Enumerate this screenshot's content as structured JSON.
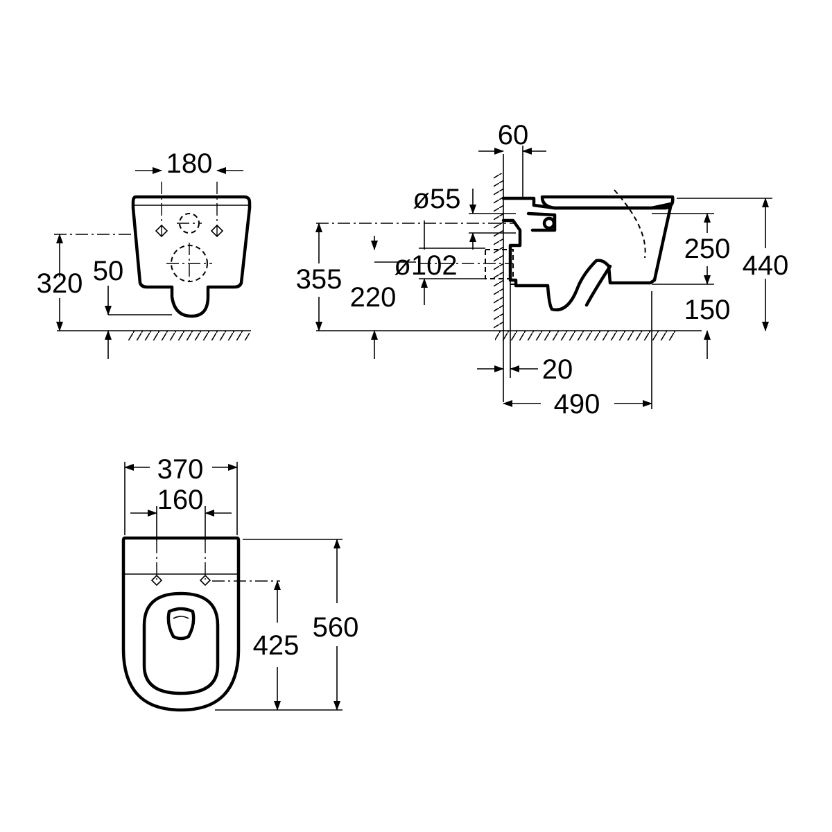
{
  "drawing": {
    "line_color": "#000000",
    "background": "#ffffff"
  },
  "front_view": {
    "dim_bolt_spacing": "180",
    "dim_bolt_height": "320",
    "dim_outlet_height": "50"
  },
  "side_view": {
    "dim_wall_offset": "60",
    "dim_inlet_diameter": "ø55",
    "dim_outlet_diameter": "ø102",
    "dim_inlet_height": "355",
    "dim_outlet_height": "220",
    "dim_rim_to_outlet": "250",
    "dim_total_height": "440",
    "dim_bottom_height": "150",
    "dim_wall_gap": "20",
    "dim_projection": "490"
  },
  "top_view": {
    "dim_width": "370",
    "dim_fixing_spacing": "160",
    "dim_fixing_to_front": "425",
    "dim_depth": "560"
  }
}
